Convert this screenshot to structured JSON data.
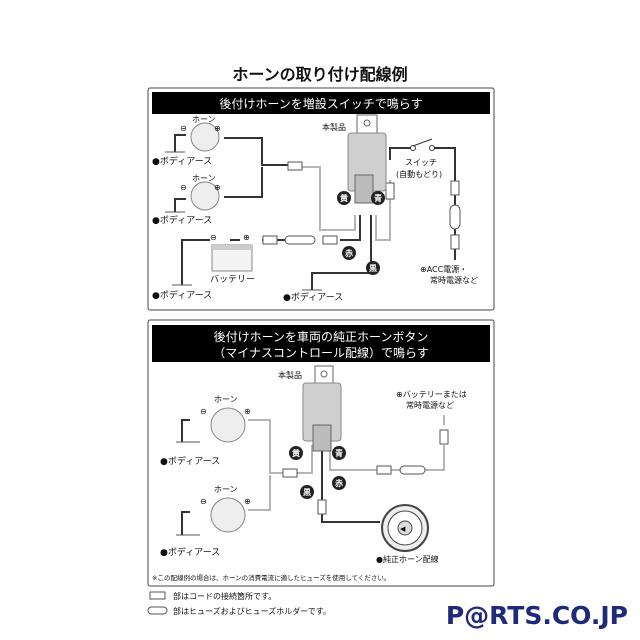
{
  "title": "ホーンの取り付け配線例",
  "panel1": {
    "header": "後付けホーンを増設スイッチで鳴らす",
    "product": "本製品",
    "horn": "ホーン",
    "ground": "ボディアース",
    "battery": "バッテリー",
    "switch": "スイッチ",
    "switch_note": "(自動もどり)",
    "power1": "ACC電源・",
    "power2": "常時電源など",
    "colors": {
      "yellow": "黄",
      "blue": "青",
      "red": "赤",
      "black": "黒"
    }
  },
  "panel2": {
    "header1": "後付けホーンを車両の純正ホーンボタン",
    "header2": "（マイナスコントロール配線）で鳴らす",
    "product": "本製品",
    "horn": "ホーン",
    "ground": "ボディアース",
    "power1": "バッテリーまたは",
    "power2": "常時電源など",
    "oem": "純正ホーン配線",
    "note": "※この配線例の場合は、ホーンの消費電流に適したヒューズを使用してください。",
    "colors": {
      "yellow": "黄",
      "blue": "青",
      "red": "赤",
      "black": "黒"
    }
  },
  "legend": {
    "connector": "部はコードの接続箇所です。",
    "fuse": "部はヒューズおよびヒューズホルダーです。"
  },
  "logo": "P@RTS.CO.JP"
}
